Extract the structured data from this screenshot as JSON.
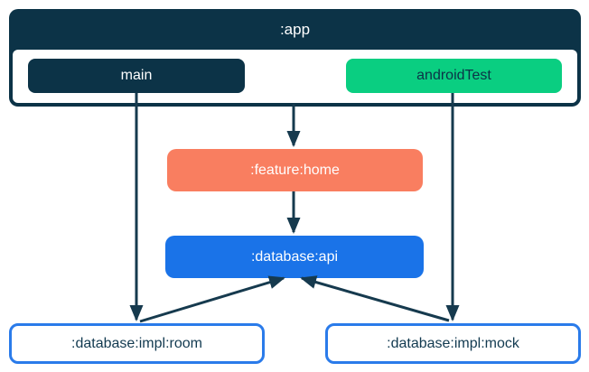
{
  "diagram": {
    "type": "module-dependency-graph",
    "nodes": {
      "app": {
        "label": ":app"
      },
      "main": {
        "label": "main"
      },
      "android_test": {
        "label": "androidTest"
      },
      "feature_home": {
        "label": ":feature:home"
      },
      "database_api": {
        "label": ":database:api"
      },
      "database_impl_room": {
        "label": ":database:impl:room"
      },
      "database_impl_mock": {
        "label": ":database:impl:mock"
      }
    },
    "edges": [
      {
        "from": "app",
        "to": "feature_home",
        "points": [
          [
            325,
            115
          ],
          [
            325,
            161
          ]
        ]
      },
      {
        "from": "feature_home",
        "to": "database_api",
        "points": [
          [
            325,
            212
          ],
          [
            325,
            257
          ]
        ]
      },
      {
        "from": "main",
        "to": "database_impl_room",
        "points": [
          [
            151,
            103
          ],
          [
            151,
            354
          ]
        ]
      },
      {
        "from": "android_test",
        "to": "database_impl_mock",
        "points": [
          [
            501,
            103
          ],
          [
            501,
            354
          ]
        ]
      },
      {
        "from": "database_impl_room",
        "to": "database_api",
        "points": [
          [
            155,
            356
          ],
          [
            314,
            308
          ]
        ]
      },
      {
        "from": "database_impl_mock",
        "to": "database_api",
        "points": [
          [
            497,
            355
          ],
          [
            334,
            308
          ]
        ]
      }
    ],
    "colors": {
      "navy": "#0C3347",
      "green": "#0ACE81",
      "orange": "#F97E60",
      "blue": "#1A73E8",
      "impl_border_blue": "#2A7BEA",
      "edge_line": "#163A4E",
      "white": "#FFFFFF"
    }
  }
}
